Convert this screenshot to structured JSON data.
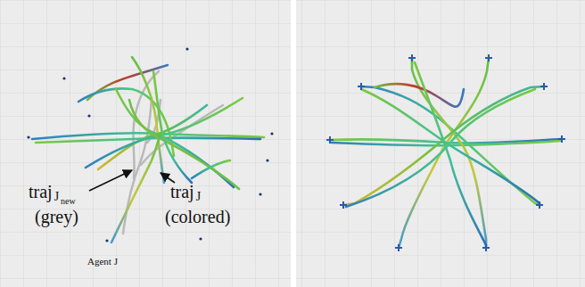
{
  "diagram": {
    "labels": [
      "traj",
      "J",
      "new",
      "(grey)",
      "traj",
      "J",
      "(colored)",
      "Agent J"
    ]
  }
}
